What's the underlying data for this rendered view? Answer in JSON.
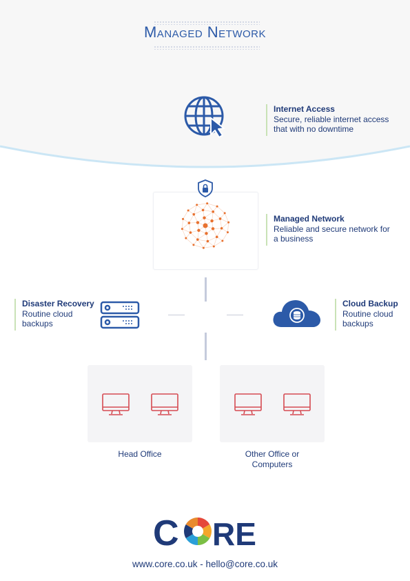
{
  "title": "Managed Network",
  "internet": {
    "title": "Internet Access",
    "desc_1": "Secure, reliable internet access",
    "desc_2": "that with no downtime",
    "icon": "globe-cursor-icon"
  },
  "network": {
    "title": "Managed Network",
    "desc_1": "Reliable and secure network for",
    "desc_2": "a business",
    "icon": "network-sphere-icon",
    "lock_icon": "shield-lock-icon"
  },
  "disaster": {
    "title": "Disaster Recovery",
    "desc_1": "Routine cloud",
    "desc_2": "backups",
    "icon": "server-rack-icon"
  },
  "cloud": {
    "title": "Cloud Backup",
    "desc_1": "Routine cloud",
    "desc_2": "backups",
    "icon": "cloud-database-icon"
  },
  "offices": [
    {
      "label_1": "Head Office",
      "label_2": "",
      "icon": "monitor-icon"
    },
    {
      "label_1": "Other Office or",
      "label_2": "Computers",
      "icon": "monitor-icon"
    }
  ],
  "logo": {
    "text_c": "C",
    "text_re": "RE",
    "colors": [
      "#1f3a78",
      "#e5483a",
      "#f4a62a",
      "#7bbf44",
      "#2a9fd8"
    ]
  },
  "contact": "www.core.co.uk - hello@core.co.uk",
  "colors": {
    "primary": "#1f3a78",
    "accent_blue": "#2c5aa8",
    "network_orange": "#e8712f",
    "monitor_red": "#d54a52",
    "divider_green": "#c9e2b6"
  }
}
